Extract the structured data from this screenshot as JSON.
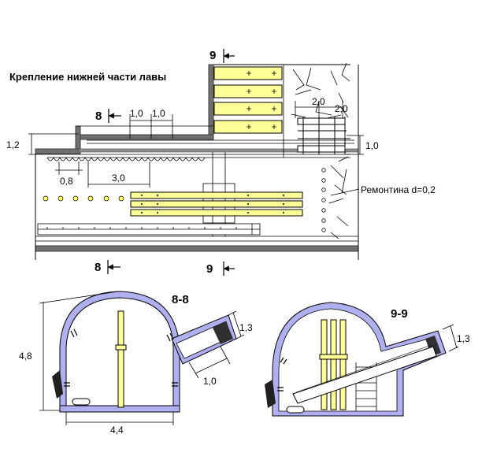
{
  "title": "Крепление нижней части лавы",
  "sections": {
    "cut9_top": "9",
    "cut8_top": "8",
    "cut8_bottom": "8",
    "cut9_bottom": "9",
    "view88": "8-8",
    "view99": "9-9"
  },
  "dims": {
    "d1_0a": "1,0",
    "d1_0b": "1,0",
    "d2_0a": "2,0",
    "d2_0b": "2,0",
    "d1_2": "1,2",
    "d1_0r": "1,0",
    "d0_8": "0,8",
    "d3_0": "3,0",
    "h4_8": "4,8",
    "w4_4": "4,4",
    "s1_3": "1,3",
    "s1_0": "1,0",
    "t1_3": "1,3"
  },
  "annotation": "Ремонтина d=0,2",
  "colors": {
    "lining": "#b0b0f0",
    "timber": "#ffff99",
    "rock": "#707070",
    "rockEdge": "#404040"
  }
}
